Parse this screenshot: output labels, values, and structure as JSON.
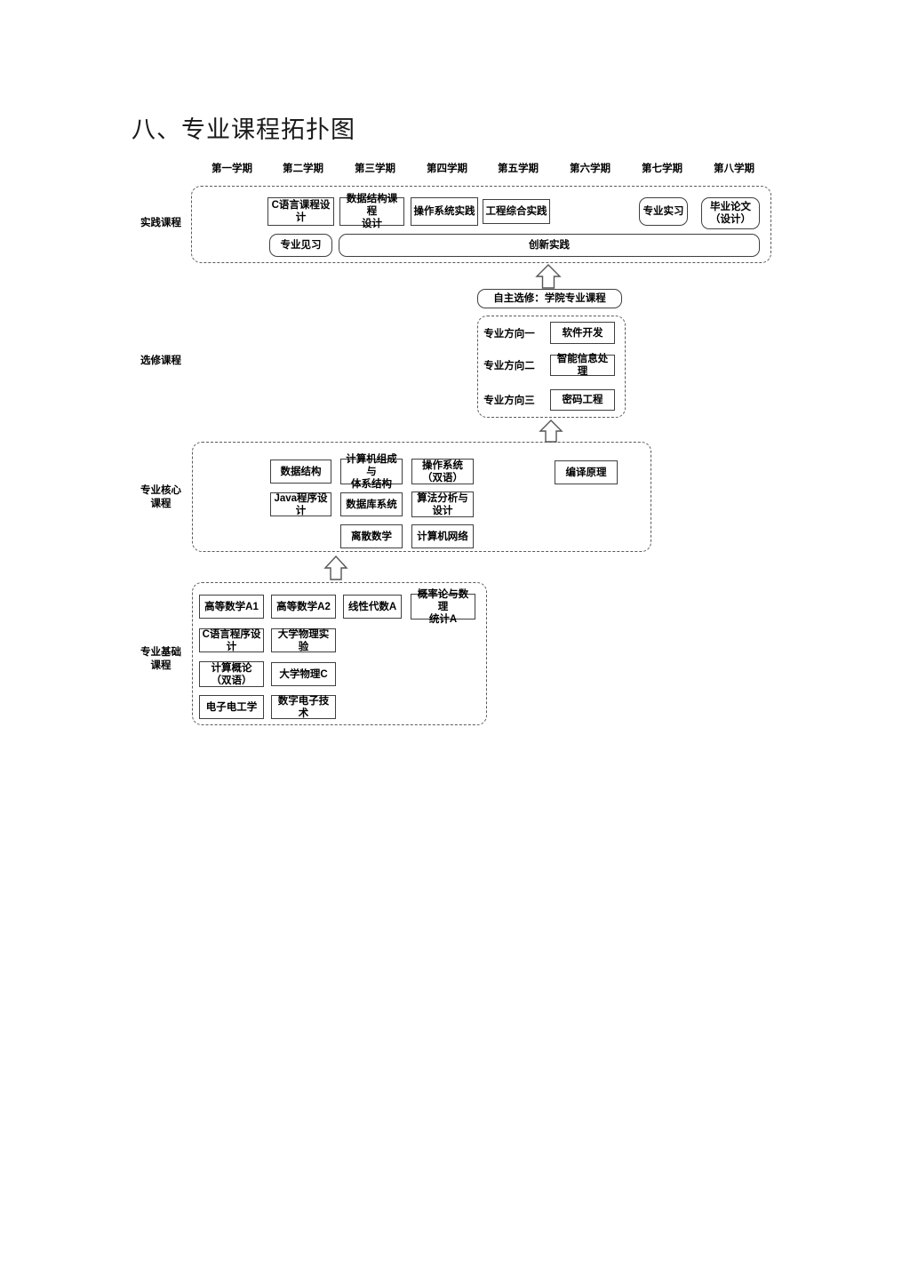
{
  "page": {
    "title": "八、专业课程拓扑图"
  },
  "semesters": [
    {
      "label": "第一学期"
    },
    {
      "label": "第二学期"
    },
    {
      "label": "第三学期"
    },
    {
      "label": "第四学期"
    },
    {
      "label": "第五学期"
    },
    {
      "label": "第六学期"
    },
    {
      "label": "第七学期"
    },
    {
      "label": "第八学期"
    }
  ],
  "rows": {
    "practice": {
      "label": "实践课程"
    },
    "elective": {
      "label": "选修课程"
    },
    "core": {
      "label": "专业核心\n课程",
      "line1": "专业核心",
      "line2": "课程"
    },
    "foundation": {
      "label": "专业基础\n课程",
      "line1": "专业基础",
      "line2": "课程"
    }
  },
  "practice_courses": {
    "row1": [
      {
        "label": "C语言课程设计"
      },
      {
        "label": "数据结构课程\n设计",
        "line1": "数据结构课程",
        "line2": "设计"
      },
      {
        "label": "操作系统实践"
      },
      {
        "label": "工程综合实践"
      },
      {
        "label": "专业实习"
      },
      {
        "label": "毕业论文\n（设计）",
        "line1": "毕业论文",
        "line2": "（设计）"
      }
    ],
    "row2": [
      {
        "label": "专业见习"
      },
      {
        "label": "创新实践"
      }
    ]
  },
  "elective_courses": {
    "header": {
      "label": "自主选修：学院专业课程"
    },
    "directions": [
      {
        "name": "专业方向一",
        "course": "软件开发"
      },
      {
        "name": "专业方向二",
        "course": "智能信息处理"
      },
      {
        "name": "专业方向三",
        "course": "密码工程"
      }
    ]
  },
  "core_courses": {
    "grid": [
      {
        "label": "数据结构"
      },
      {
        "label": "计算机组成与\n体系结构",
        "line1": "计算机组成与",
        "line2": "体系结构"
      },
      {
        "label": "操作系统\n（双语）",
        "line1": "操作系统",
        "line2": "（双语）"
      },
      {
        "label": "Java程序设计"
      },
      {
        "label": "数据库系统"
      },
      {
        "label": "算法分析与\n设计",
        "line1": "算法分析与",
        "line2": "设计"
      },
      {
        "label": "离散数学"
      },
      {
        "label": "计算机网络"
      }
    ],
    "standalone": [
      {
        "label": "编译原理"
      }
    ]
  },
  "foundation_courses": [
    {
      "label": "高等数学A1"
    },
    {
      "label": "高等数学A2"
    },
    {
      "label": "线性代数A"
    },
    {
      "label": "概率论与数理\n统计A",
      "line1": "概率论与数理",
      "line2": "统计A"
    },
    {
      "label": "C语言程序设计"
    },
    {
      "label": "大学物理实验"
    },
    {
      "label": "计算概论\n（双语）",
      "line1": "计算概论",
      "line2": "（双语）"
    },
    {
      "label": "大学物理C"
    },
    {
      "label": "电子电工学"
    },
    {
      "label": "数字电子技术"
    }
  ],
  "colors": {
    "box_border": "#3f3f3f",
    "group_border": "#5a5a5a",
    "text": "#000000",
    "background": "#ffffff"
  }
}
